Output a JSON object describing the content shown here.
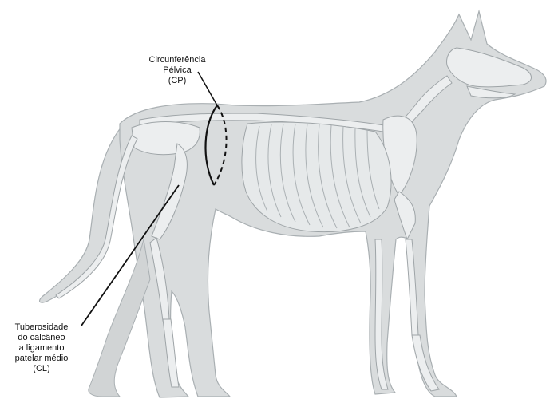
{
  "labels": {
    "pelvic_circumference": [
      "Circunferência",
      "Pélvica",
      "(CP)"
    ],
    "calcaneal_tuberosity": [
      "Tuberosidade",
      "do calcâneo",
      "a ligamento",
      "patelar médio",
      "(CL)"
    ]
  },
  "colors": {
    "body_fill": "#d9dcdd",
    "body_outline": "#a9afb2",
    "bone_fill": "#eceeef",
    "bone_outline": "#9ea4a7",
    "measure_line": "#111111"
  }
}
